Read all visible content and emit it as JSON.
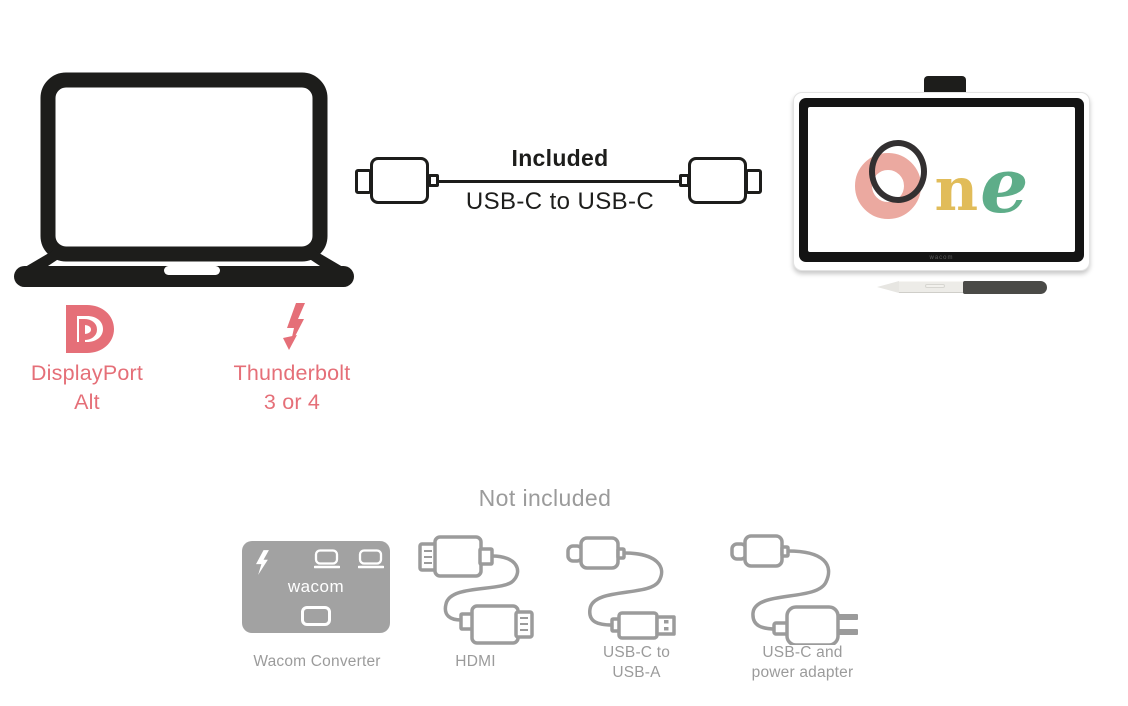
{
  "colors": {
    "black": "#1d1d1b",
    "coral": "#e56f78",
    "gray": "#9b9b9b",
    "converter_gray": "#a2a2a2",
    "logo_pink": "#eba9a0",
    "logo_ring": "#333031",
    "logo_yellow": "#e1bc59",
    "logo_green": "#5ead89"
  },
  "included_cable": {
    "title": "Included",
    "subtitle": "USB-C to USB-C",
    "left_connector_icon": "usb-c-connector-icon",
    "right_connector_icon": "usb-c-connector-icon"
  },
  "laptop": {
    "icon": "laptop-icon"
  },
  "ports": {
    "displayport": {
      "icon": "displayport-icon",
      "line1": "DisplayPort",
      "line2": "Alt"
    },
    "thunderbolt": {
      "icon": "thunderbolt-icon",
      "line1": "Thunderbolt",
      "line2": "3 or 4"
    }
  },
  "tablet": {
    "icon": "wacom-one-tablet-icon",
    "logo_word": "One",
    "logo_n": "n",
    "logo_e": "e",
    "brand": "wacom",
    "pen_icon": "stylus-pen-icon"
  },
  "not_included": {
    "title": "Not included",
    "converter": {
      "icon": "wacom-converter-icon",
      "label": "Wacom Converter",
      "brand": "wacom"
    },
    "hdmi": {
      "icon": "hdmi-cable-icon",
      "label": "HDMI"
    },
    "usb_c_to_a": {
      "icon": "usb-c-to-usb-a-cable-icon",
      "line1": "USB-C to",
      "line2": "USB-A"
    },
    "power_adapter": {
      "icon": "usb-c-power-adapter-icon",
      "line1": "USB-C and",
      "line2": "power adapter"
    }
  }
}
